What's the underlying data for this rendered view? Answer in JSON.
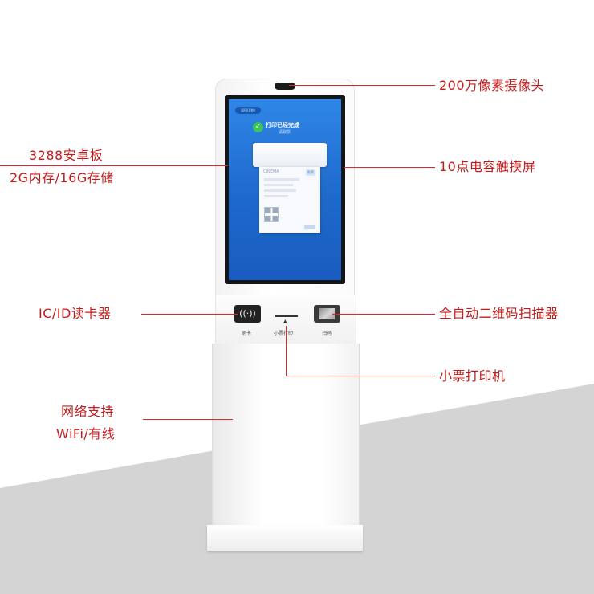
{
  "colors": {
    "callout": "#c61a1a",
    "callout_line": "#e02828",
    "screen_blue": "#2a7de0",
    "success_green": "#3cc45b",
    "floor_gray": "#d4d4d4"
  },
  "screen": {
    "back_button": "返回(0秒)",
    "status_title": "打印已经完成",
    "status_sub": "请取票",
    "ticket_brand": "CINEMA",
    "ticket_tag": "影票",
    "check_icon": "check-circle-icon"
  },
  "panel": {
    "card_label": "刷卡",
    "ticket_label": "小票打印",
    "scan_label": "扫码",
    "nfc_icon": "nfc-wave-icon",
    "ticket_arrow_icon": "up-arrow-icon"
  },
  "callouts": {
    "camera": "200万像素摄像头",
    "board_line1": "3288安卓板",
    "board_line2": "2G内存/16G存储",
    "touchscreen": "10点电容触摸屏",
    "card_reader": "IC/ID读卡器",
    "scanner": "全自动二维码扫描器",
    "printer": "小票打印机",
    "network_line1": "网络支持",
    "network_line2": "WiFi/有线"
  }
}
